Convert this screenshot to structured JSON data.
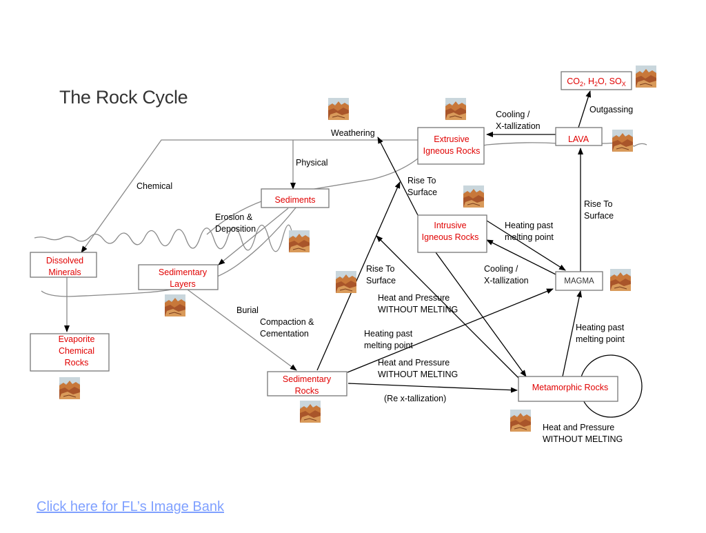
{
  "title": "The Rock Cycle",
  "image_bank_link": "Click here for FL’s Image Bank",
  "colors": {
    "node_text": "#e00000",
    "label_text": "#000000",
    "box_border": "#777777",
    "link": "#7fa0ff",
    "thumb_sky": "#b9c8cf",
    "thumb_rock": "#c8783a"
  },
  "nodes": {
    "extrusive": [
      "Extrusive",
      "Igneous Rocks"
    ],
    "lava": [
      "LAVA"
    ],
    "gases_prefix_co": "CO",
    "gases_sub_2a": "2",
    "gases_mid_h": ", H",
    "gases_sub_2b": "2",
    "gases_mid_o": "O, SO",
    "gases_sub_x": "X",
    "sediments": [
      "Sediments"
    ],
    "intrusive": [
      "Intrusive",
      "Igneous Rocks"
    ],
    "dissolved": [
      "Dissolved",
      "Minerals"
    ],
    "sed_layers": [
      "Sedimentary",
      "Layers"
    ],
    "magma": [
      "MAGMA"
    ],
    "evaporite": [
      "Evaporite",
      "Chemical",
      "Rocks"
    ],
    "sed_rocks": [
      "Sedimentary",
      "Rocks"
    ],
    "metamorphic": [
      "Metamorphic Rocks"
    ]
  },
  "labels": {
    "outgassing": [
      "Outgassing"
    ],
    "cooling_top": [
      "Cooling /",
      "X-tallization"
    ],
    "weathering": [
      "Weathering"
    ],
    "physical": [
      "Physical"
    ],
    "chemical": [
      "Chemical"
    ],
    "rise_top": [
      "Rise To",
      "Surface"
    ],
    "rise_right": [
      "Rise To",
      "Surface"
    ],
    "erosion": [
      "Erosion &",
      "Deposition"
    ],
    "heating_melt_top": [
      "Heating past",
      "melting point"
    ],
    "rise_mid": [
      "Rise To",
      "Surface"
    ],
    "cooling_mid": [
      "Cooling /",
      "X-tallization"
    ],
    "heat_pressure_1": [
      "Heat and Pressure",
      "WITHOUT MELTING"
    ],
    "burial": [
      "Burial"
    ],
    "compaction": [
      "Compaction &",
      "Cementation"
    ],
    "heating_melt_mid": [
      "Heating past",
      "melting point"
    ],
    "heating_melt_right": [
      "Heating past",
      "melting point"
    ],
    "heat_pressure_2": [
      "Heat and Pressure",
      "WITHOUT MELTING"
    ],
    "recrystal": [
      "(Re x-tallization)"
    ],
    "heat_pressure_3": [
      "Heat and Pressure",
      "WITHOUT MELTING"
    ]
  }
}
